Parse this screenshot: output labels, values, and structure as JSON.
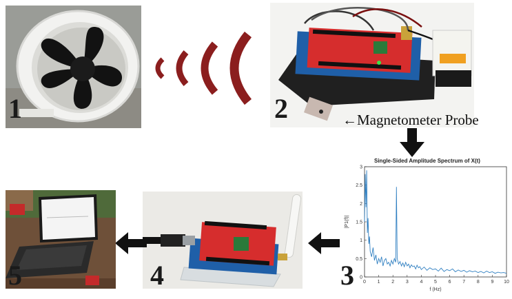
{
  "steps": {
    "step1": "1",
    "step2": "2",
    "step3": "3",
    "step4": "4",
    "step5": "5"
  },
  "labels": {
    "probe": "←Magnetometer Probe"
  },
  "colors": {
    "signal_wave": "#8b1e1e",
    "arrow": "#111111",
    "spectrum_line": "#2f7fc1",
    "shield_red": "#d62d2d"
  },
  "chart_data": {
    "type": "line",
    "title": "Single-Sided Amplitude Spectrum of X(t)",
    "xlabel": "f (Hz)",
    "ylabel": "|P1(f)|",
    "xlim": [
      0,
      10
    ],
    "ylim": [
      0,
      3
    ],
    "xticks": [
      "0",
      "1",
      "2",
      "3",
      "4",
      "5",
      "6",
      "7",
      "8",
      "9",
      "10"
    ],
    "yticks": [
      "0",
      "0.5",
      "1",
      "1.5",
      "2",
      "2.5",
      "3"
    ],
    "series": [
      {
        "x": [
          0,
          0.05,
          0.1,
          0.15,
          0.2,
          0.25,
          0.3,
          0.35,
          0.4,
          0.5,
          0.6,
          0.7,
          0.8,
          0.9,
          1.0,
          1.1,
          1.2,
          1.3,
          1.4,
          1.5,
          1.6,
          1.7,
          1.8,
          1.9,
          2.0,
          2.1,
          2.2,
          2.25,
          2.3,
          2.4,
          2.5,
          2.6,
          2.7,
          2.8,
          2.9,
          3.0,
          3.1,
          3.2,
          3.3,
          3.4,
          3.5,
          3.6,
          3.7,
          3.8,
          3.9,
          4.0,
          4.2,
          4.4,
          4.6,
          4.8,
          5.0,
          5.2,
          5.4,
          5.6,
          5.8,
          6.0,
          6.2,
          6.4,
          6.6,
          6.8,
          7.0,
          7.2,
          7.4,
          7.6,
          7.8,
          8.0,
          8.2,
          8.4,
          8.6,
          8.8,
          9.0,
          9.2,
          9.4,
          9.6,
          9.8,
          10.0
        ],
        "values": [
          1.5,
          2.8,
          1.9,
          2.9,
          1.2,
          1.6,
          0.9,
          1.1,
          0.7,
          0.55,
          0.8,
          0.45,
          0.6,
          0.35,
          0.5,
          0.4,
          0.55,
          0.3,
          0.45,
          0.5,
          0.35,
          0.4,
          0.3,
          0.45,
          0.35,
          0.5,
          0.4,
          2.45,
          0.5,
          0.35,
          0.42,
          0.3,
          0.38,
          0.28,
          0.4,
          0.3,
          0.35,
          0.25,
          0.33,
          0.28,
          0.3,
          0.22,
          0.32,
          0.25,
          0.28,
          0.2,
          0.27,
          0.18,
          0.25,
          0.2,
          0.22,
          0.16,
          0.24,
          0.15,
          0.2,
          0.17,
          0.22,
          0.14,
          0.19,
          0.15,
          0.18,
          0.13,
          0.17,
          0.14,
          0.16,
          0.12,
          0.15,
          0.11,
          0.16,
          0.12,
          0.14,
          0.1,
          0.13,
          0.11,
          0.12,
          0.1
        ]
      }
    ]
  }
}
